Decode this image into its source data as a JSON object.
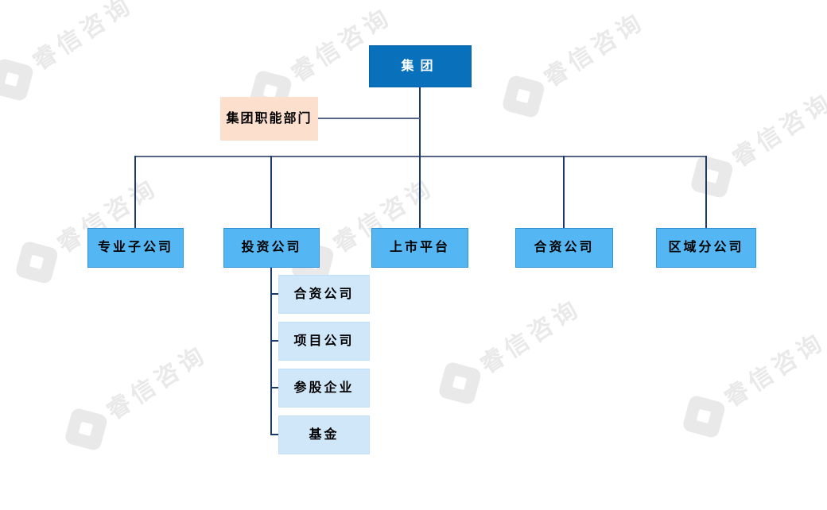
{
  "watermark": {
    "text": "睿信咨询",
    "color": "#e9e9e9"
  },
  "org_chart": {
    "root": {
      "label": "集团"
    },
    "staff_box": {
      "label": "集团职能部门"
    },
    "level2": [
      {
        "label": "专业子公司"
      },
      {
        "label": "投资公司"
      },
      {
        "label": "上市平台"
      },
      {
        "label": "合资公司"
      },
      {
        "label": "区域分公司"
      }
    ],
    "investment_children": [
      {
        "label": "合资公司"
      },
      {
        "label": "项目公司"
      },
      {
        "label": "参股企业"
      },
      {
        "label": "基金"
      }
    ],
    "colors": {
      "root_fill": "#0971bc",
      "root_text": "#ffffff",
      "staff_fill": "#fcdfcd",
      "level2_fill": "#54b7f3",
      "level2_border": "#2e93d8",
      "child_fill": "#cfe7f9",
      "line_dark": "#1c3a69",
      "line_light": "#566684",
      "box_text": "#000000"
    }
  }
}
